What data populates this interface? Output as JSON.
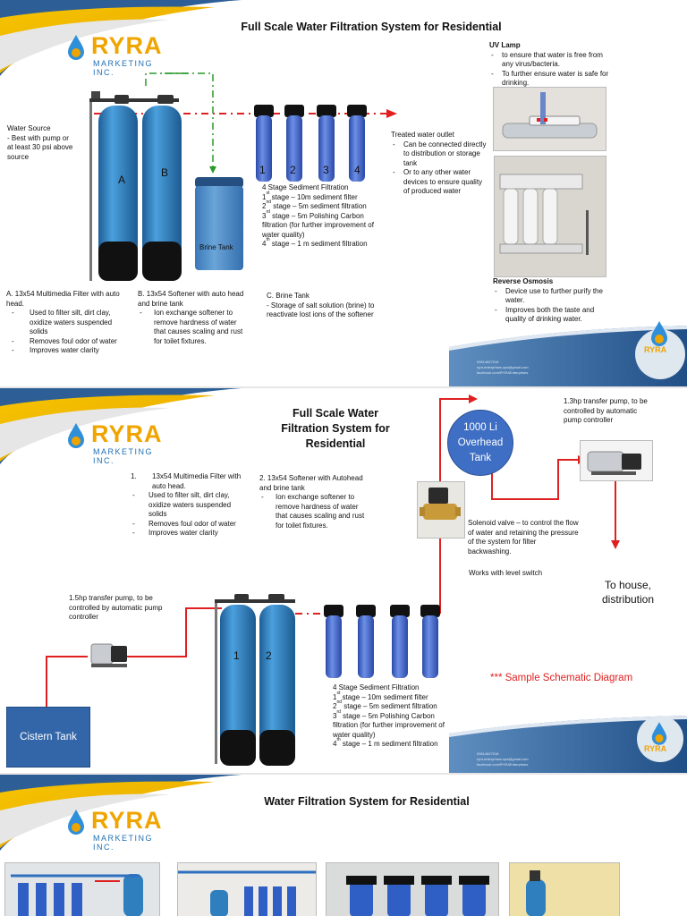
{
  "brand": {
    "name": "RYRA",
    "tagline": "MARKETING INC."
  },
  "footer": {
    "phone": "09614827918",
    "email": "ryra.enterprises.ops@gmail.com",
    "facebook": "facebook.com/RYRAEnterprises"
  },
  "slide1": {
    "title": "Full Scale Water Filtration System for Residential",
    "water_source": {
      "heading": "Water Source",
      "lines": [
        "- Best with pump or",
        "at least 30 psi above",
        "source"
      ]
    },
    "tank_labels": [
      "A",
      "B"
    ],
    "brine_tank_label": "Brine Tank",
    "filter_numbers": [
      "1",
      "2",
      "3",
      "4"
    ],
    "sediment": {
      "heading": "4 Stage Sediment Filtration",
      "stage1": {
        "ord": "1",
        "sup": "st",
        "text": " stage – 10m sediment filter"
      },
      "stage2": {
        "ord": "2",
        "sup": "nd",
        "text": " stage – 5m sediment filtration"
      },
      "stage3": {
        "ord": "3",
        "sup": "rd",
        "text": " stage – 5m Polishing Carbon filtration (for further improvement of water quality)"
      },
      "stage4": {
        "ord": "4",
        "sup": "th",
        "text": " stage – 1 m sediment filtration"
      }
    },
    "treated": {
      "heading": "Treated water outlet",
      "items": [
        "Can be connected directly to distribution or storage tank",
        "Or to any other water devices to ensure quality of produced water"
      ]
    },
    "uv": {
      "heading": "UV Lamp",
      "items": [
        "to ensure that water is free from any virus/bacteria.",
        "To further ensure water is safe for drinking."
      ]
    },
    "ro": {
      "heading": "Reverse Osmosis",
      "items": [
        "Device use to further purify the water.",
        "Improves both the taste and quality of drinking water."
      ]
    },
    "filterA": {
      "heading": "A. 13x54 Multimedia Filter with auto head.",
      "items": [
        "Used to filter silt, dirt clay, oxidize waters suspended solids",
        "Removes foul odor of water",
        "Improves water clarity"
      ]
    },
    "softenerB": {
      "heading": "B. 13x54 Softener with auto head and brine tank",
      "items": [
        "Ion exchange softener to remove hardness of water that causes scaling and rust for toilet fixtures."
      ]
    },
    "brineC": {
      "heading": "C. Brine Tank",
      "body": "- Storage of salt solution (brine) to reactivate lost ions of the softener"
    }
  },
  "slide2": {
    "title": "Full Scale Water Filtration System for Residential",
    "filter1": {
      "heading_num": "1.",
      "heading": "13x54 Multimedia Filter with auto head.",
      "items": [
        "Used to filter silt, dirt clay, oxidize waters suspended solids",
        "Removes foul odor of water",
        "Improves water clarity"
      ]
    },
    "softener2": {
      "heading": "2. 13x54 Softener with Autohead and brine tank",
      "items": [
        "Ion exchange softener to remove hardness of water that causes scaling and rust for toilet fixtures."
      ]
    },
    "overhead": "1000 Li Overhead Tank",
    "pump13": "1.3hp transfer pump, to be controlled by automatic pump controller",
    "solenoid": "Solenoid valve – to control the flow of water and retaining the pressure of the system for filter backwashing.",
    "level": "Works with level switch",
    "to_house": "To house, distribution",
    "pump15": "1.5hp transfer pump, to be controlled by automatic pump controller",
    "cistern": "Cistern Tank",
    "tank_labels": [
      "1",
      "2"
    ],
    "sample": "*** Sample Schematic Diagram",
    "sediment": {
      "heading": "4 Stage Sediment Filtration",
      "stage1": {
        "ord": "1",
        "sup": "st",
        "text": " stage – 10m sediment filter"
      },
      "stage2": {
        "ord": "2",
        "sup": "nd",
        "text": " stage – 5m sediment filtration"
      },
      "stage3": {
        "ord": "3",
        "sup": "rd",
        "text": " stage – 5m Polishing Carbon filtration (for further improvement of water quality)"
      },
      "stage4": {
        "ord": "4",
        "sup": "th",
        "text": " stage – 1 m sediment filtration"
      }
    }
  },
  "slide3": {
    "title": "Water Filtration System for Residential"
  },
  "colors": {
    "pipe": "#e02020",
    "tank_blue": "#2f7fbf",
    "filter_blue": "#3a5fc4",
    "logo_gold": "#f0a400",
    "logo_blue": "#1e6fb5",
    "banner_blue": "#2d5f96",
    "overhead_fill": "#3f6fc4",
    "cistern_fill": "#3366a8",
    "sample_red": "#e02020"
  }
}
